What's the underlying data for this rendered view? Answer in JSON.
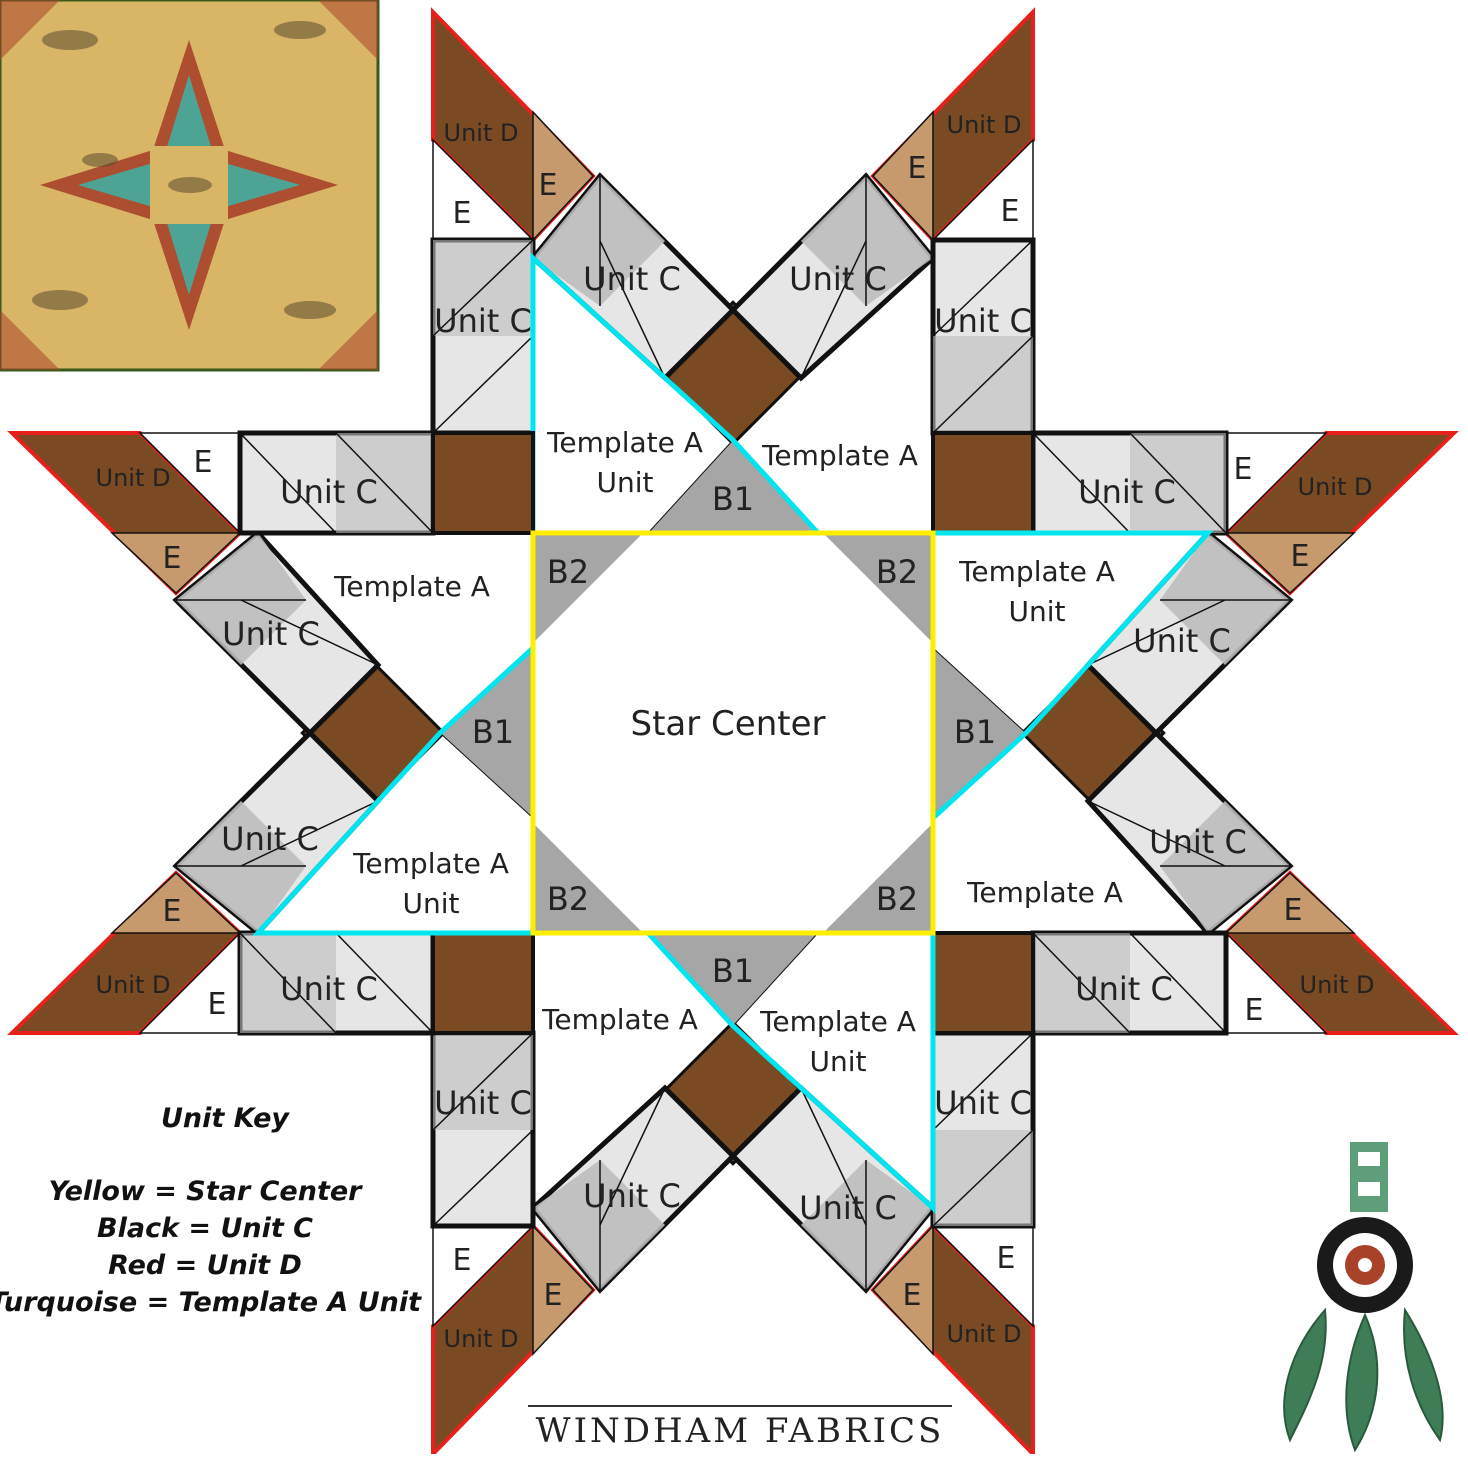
{
  "diagram": {
    "center_label": "Star Center",
    "unit_c": "Unit C",
    "unit_d": "Unit D",
    "piece_e": "E",
    "template_a": "Template A",
    "template_a_unit_line1": "Template A",
    "template_a_unit_line2": "Unit",
    "b1": "B1",
    "b2": "B2"
  },
  "unit_key": {
    "title": "Unit Key",
    "lines": [
      "Yellow = Star Center",
      "Black = Unit C",
      "Red = Unit D",
      "Turquoise = Template A Unit"
    ]
  },
  "brand": "WINDHAM FABRICS",
  "colors": {
    "brown": "#7a4a22",
    "tan": "#c79a6e",
    "light_gray": "#e6e6e6",
    "mid_gray": "#bdbdbd",
    "dark_gray": "#a6a6a6",
    "yellow": "#ffee00",
    "turquoise": "#00e5ee",
    "red": "#e8201b",
    "black": "#111111",
    "thumb_bg": "#d9b566",
    "thumb_teal": "#3fa39a",
    "thumb_red": "#a8432a"
  },
  "icons": [
    "quilt-thumbnail",
    "dreamcatcher-icon"
  ]
}
